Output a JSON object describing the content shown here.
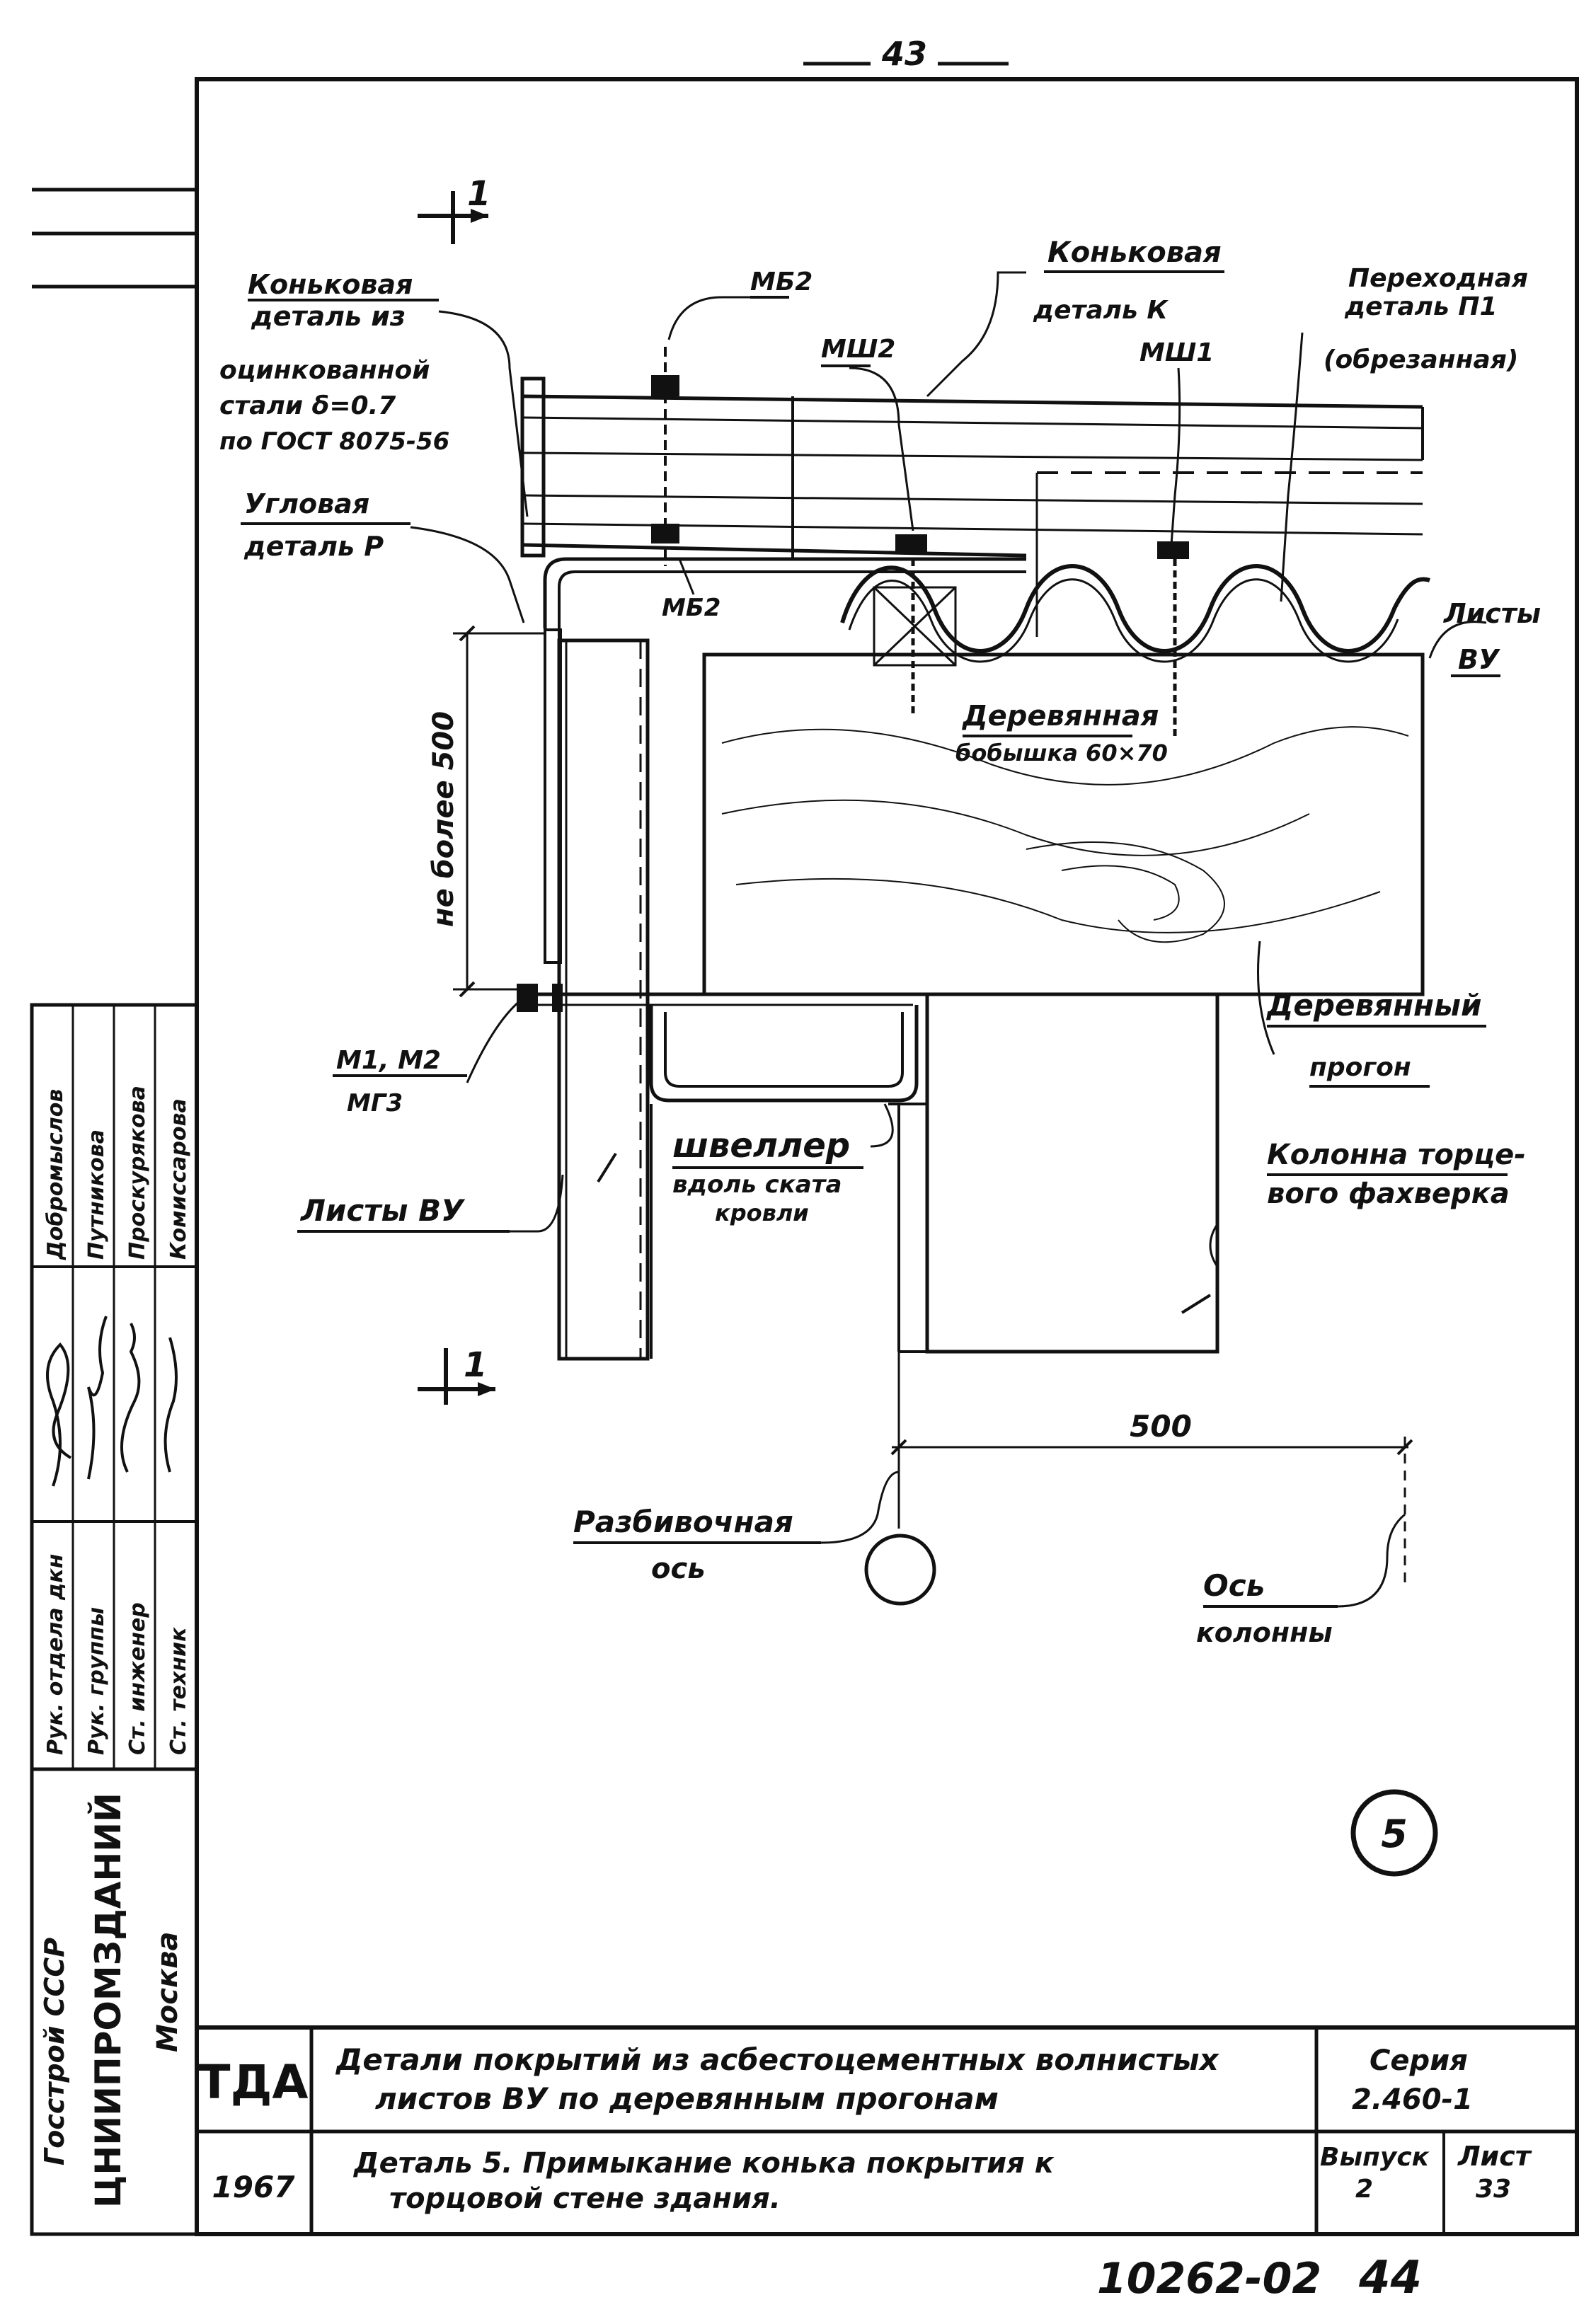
{
  "page_number": "43",
  "labels": {
    "ridge_galv_1": "Коньковая",
    "ridge_galv_2": "деталь из",
    "ridge_galv_3": "оцинкованной",
    "ridge_galv_4": "стали δ=0.7",
    "ridge_galv_5": "по ГОСТ 8075-56",
    "mb2_top": "МБ2",
    "ridge_k_1": "Коньковая",
    "ridge_k_2": "деталь К",
    "transition_1": "Переходная",
    "transition_2": "деталь П1",
    "transition_3": "(обрезанная)",
    "msh2": "МШ2",
    "msh1": "МШ1",
    "corner_1": "Угловая",
    "corner_2": "деталь Р",
    "mb2_bottom": "МБ2",
    "sheets_vu_right_1": "Листы",
    "sheets_vu_right_2": "ВУ",
    "wood_block_1": "Деревянная",
    "wood_block_2": "бобышка 60×70",
    "not_more_500": "не более 500",
    "wood_purlin_1": "Деревянный",
    "wood_purlin_2": "прогон",
    "m_labels_1": "М1, М2",
    "m_labels_2": "МГ3",
    "channel_1": "швеллер",
    "channel_2": "вдоль ската",
    "channel_3": "кровли",
    "sheets_vu_left": "Листы ВУ",
    "column_1": "Колонна торце-",
    "column_2": "вого фахверка",
    "dim_500": "500",
    "grid_axis_1": "Разбивочная",
    "grid_axis_2": "ось",
    "col_axis_1": "Ось",
    "col_axis_2": "колонны",
    "section_mark": "1",
    "detail_number": "5"
  },
  "side_stamp": {
    "org_1": "Госстрой СССР",
    "org_2": "ЦНИИПРОМЗДАНИЙ",
    "org_3": "Москва",
    "roles": [
      "Рук. отдела дкн",
      "Рук. группы",
      "Ст. инженер",
      "Ст. техник"
    ],
    "names": [
      "Добромыслов",
      "Путникова",
      "Проскурякова",
      "Комиссарова"
    ]
  },
  "title_block": {
    "code": "ТДА",
    "year": "1967",
    "title_1": "Детали покрытий из асбестоцементных волнистых",
    "title_2": "листов ВУ по деревянным прогонам",
    "subtitle_1": "Деталь 5. Примыкание конька покрытия к",
    "subtitle_2": "торцовой стене здания.",
    "series_label": "Серия",
    "series_value": "2.460-1",
    "issue_label": "Выпуск",
    "issue_value": "2",
    "sheet_label": "Лист",
    "sheet_value": "33"
  },
  "footer": {
    "doc_number": "10262-02",
    "page": "44"
  }
}
